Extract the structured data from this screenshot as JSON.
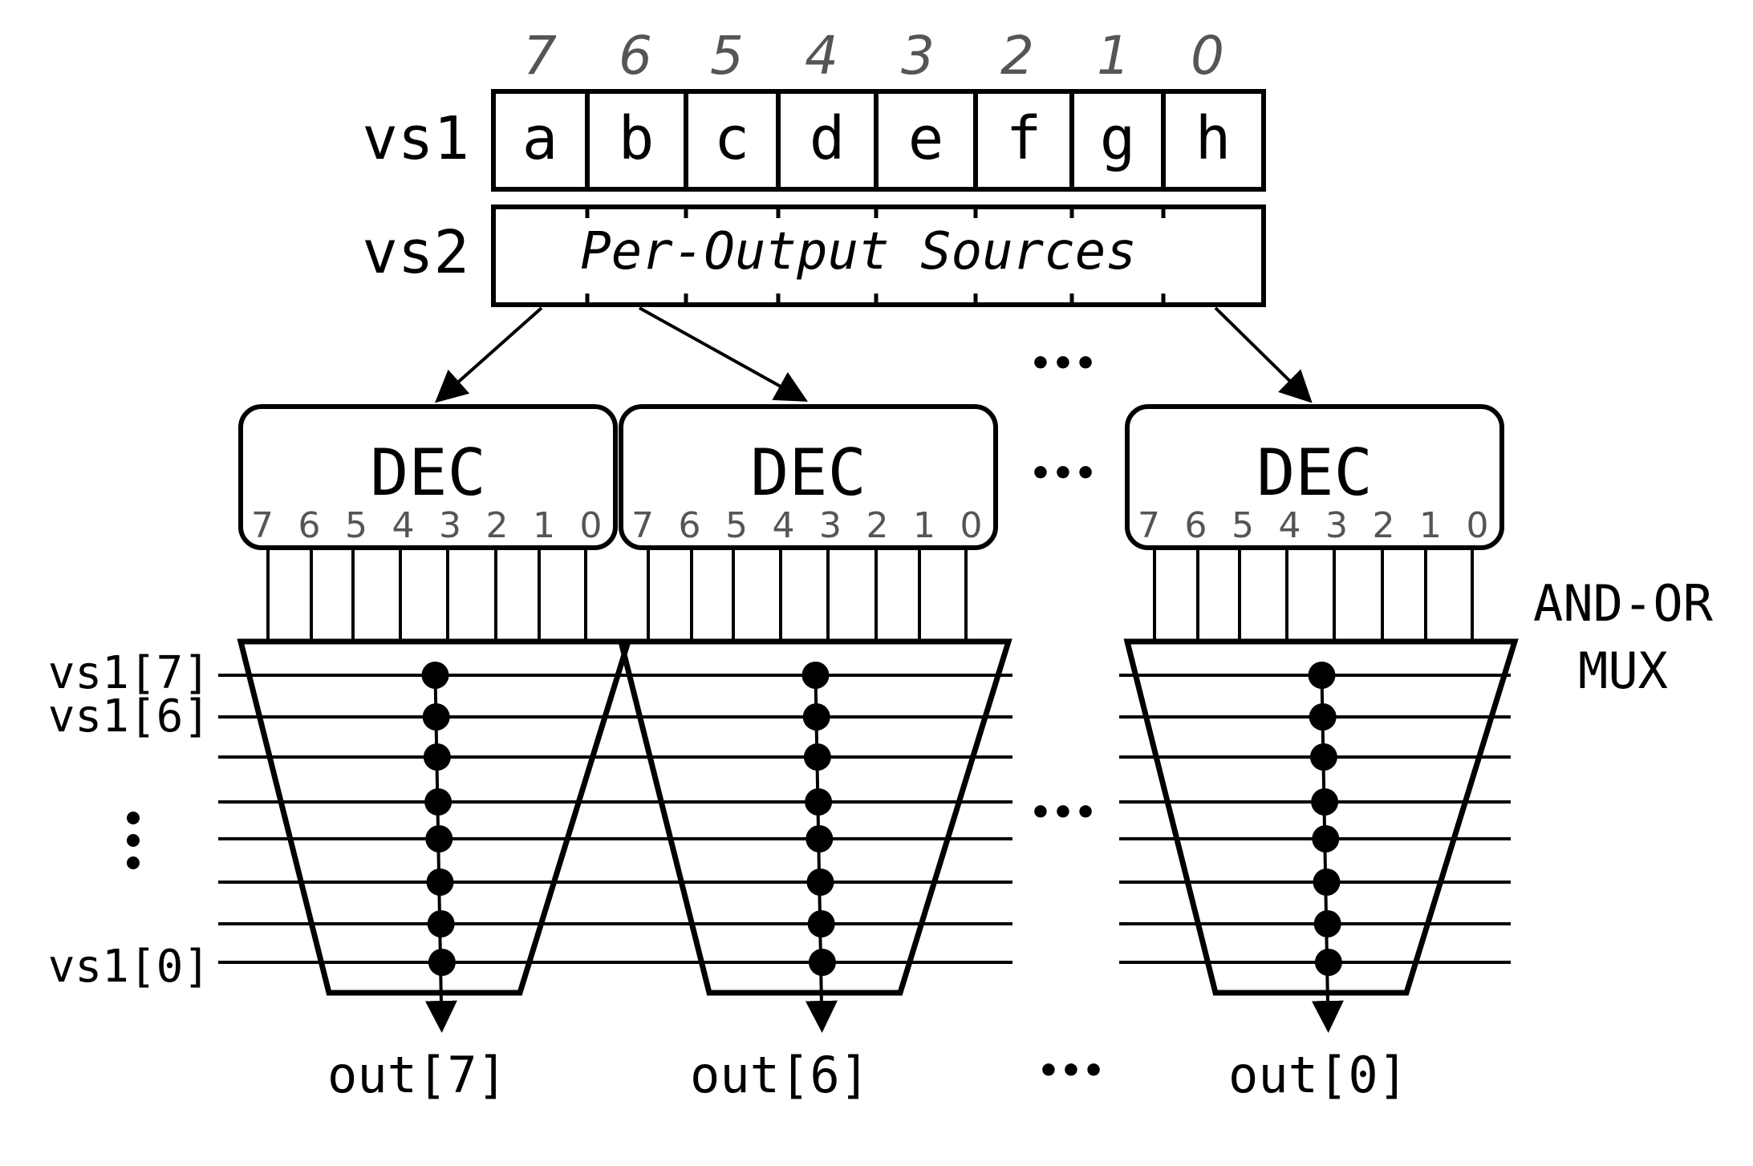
{
  "index_labels": [
    "7",
    "6",
    "5",
    "4",
    "3",
    "2",
    "1",
    "0"
  ],
  "vs1": {
    "label": "vs1",
    "cells": [
      "a",
      "b",
      "c",
      "d",
      "e",
      "f",
      "g",
      "h"
    ]
  },
  "vs2": {
    "label": "vs2",
    "text": "Per-Output Sources"
  },
  "decoder": {
    "label": "DEC",
    "pins": [
      "7",
      "6",
      "5",
      "4",
      "3",
      "2",
      "1",
      "0"
    ]
  },
  "mux": {
    "label_line1": "AND-OR",
    "label_line2": "MUX"
  },
  "input_labels": {
    "top": "vs1[7]",
    "second": "vs1[6]",
    "bottom": "vs1[0]"
  },
  "outputs": [
    "out[7]",
    "out[6]",
    "out[0]"
  ],
  "ellipsis": "•••",
  "colors": {
    "line": "#000000",
    "index_text": "#555555",
    "background": "#ffffff"
  }
}
